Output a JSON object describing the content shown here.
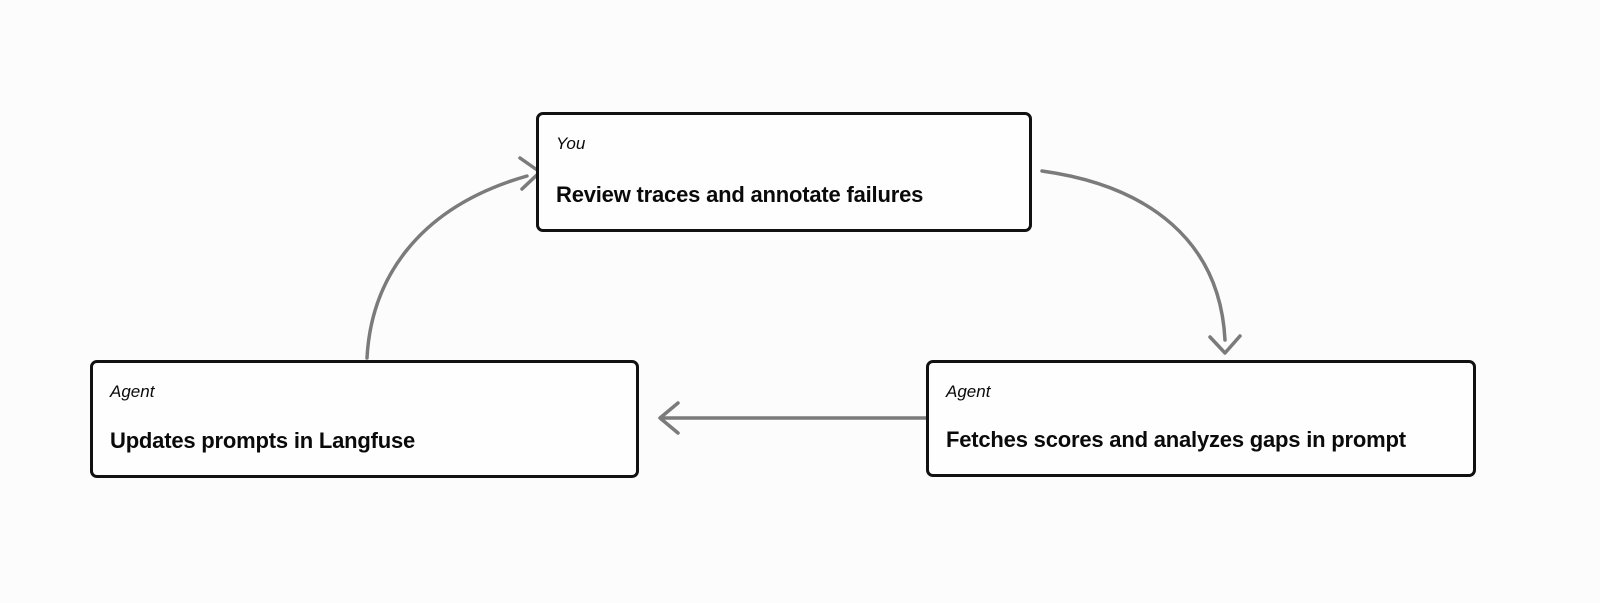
{
  "style": {
    "arrow_color": "#7b7b7b",
    "node_border_color": "#111111",
    "node_background": "#fefefe",
    "canvas_background": "#fcfcfc",
    "text_color": "#0a0a0a"
  },
  "nodes": [
    {
      "role": "You",
      "label": "Review traces and annotate failures"
    },
    {
      "role": "Agent",
      "label": "Fetches scores and analyzes gaps in prompt"
    },
    {
      "role": "Agent",
      "label": "Updates prompts in Langfuse"
    }
  ],
  "edges": [
    {
      "from_node": 0,
      "to_node": 1,
      "shape": "curved-clockwise"
    },
    {
      "from_node": 1,
      "to_node": 2,
      "shape": "straight-left"
    },
    {
      "from_node": 2,
      "to_node": 0,
      "shape": "curved-clockwise"
    }
  ]
}
